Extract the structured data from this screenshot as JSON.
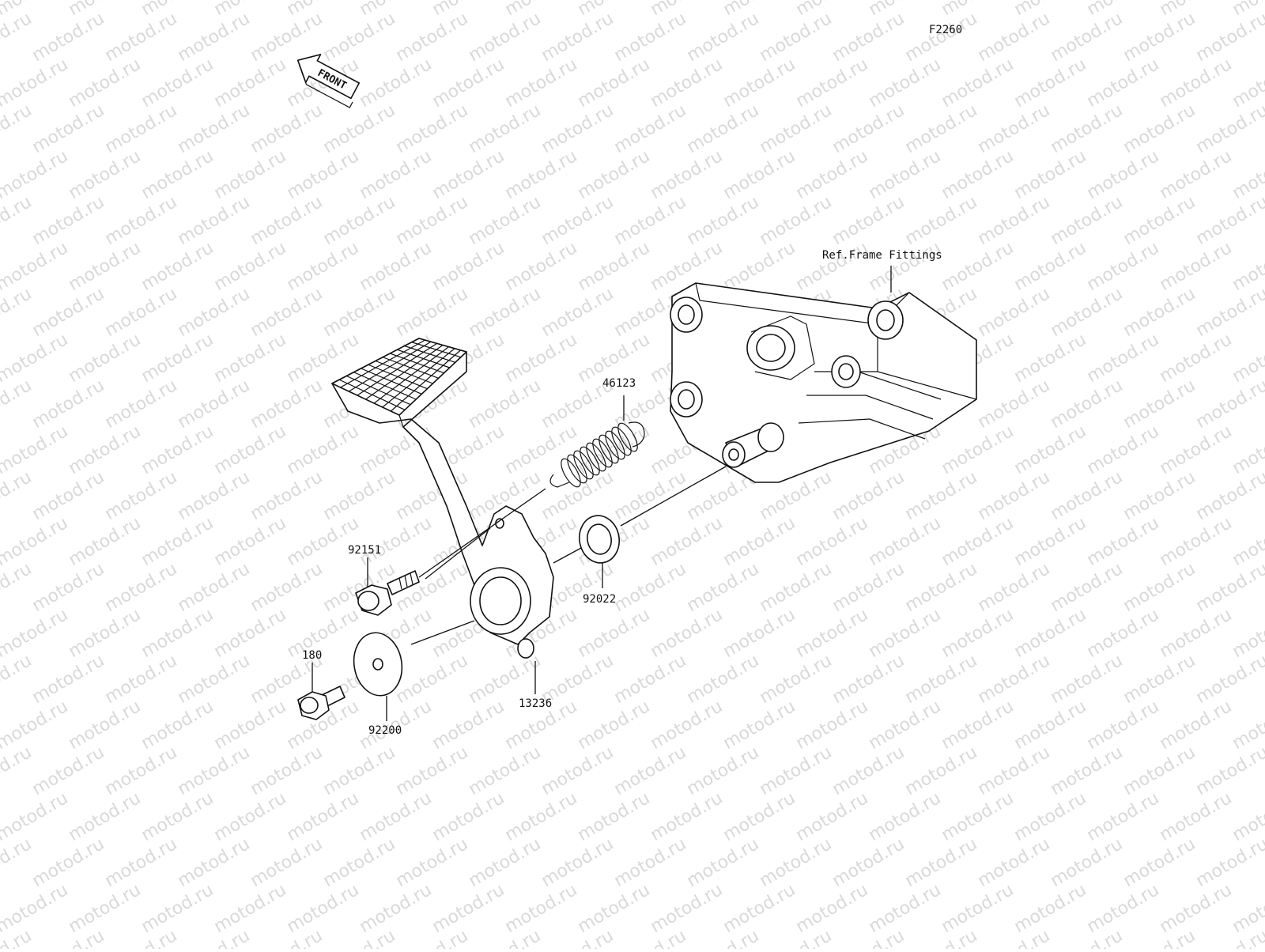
{
  "diagram": {
    "code": "F2260",
    "front_label": "FRONT",
    "watermark": "motod.ru",
    "reference_label": "Ref.Frame Fittings",
    "callouts": [
      {
        "id": "13236",
        "label": "13236"
      },
      {
        "id": "46123",
        "label": "46123"
      },
      {
        "id": "92022",
        "label": "92022"
      },
      {
        "id": "92151",
        "label": "92151"
      },
      {
        "id": "92200",
        "label": "92200"
      },
      {
        "id": "180",
        "label": "180"
      }
    ]
  }
}
